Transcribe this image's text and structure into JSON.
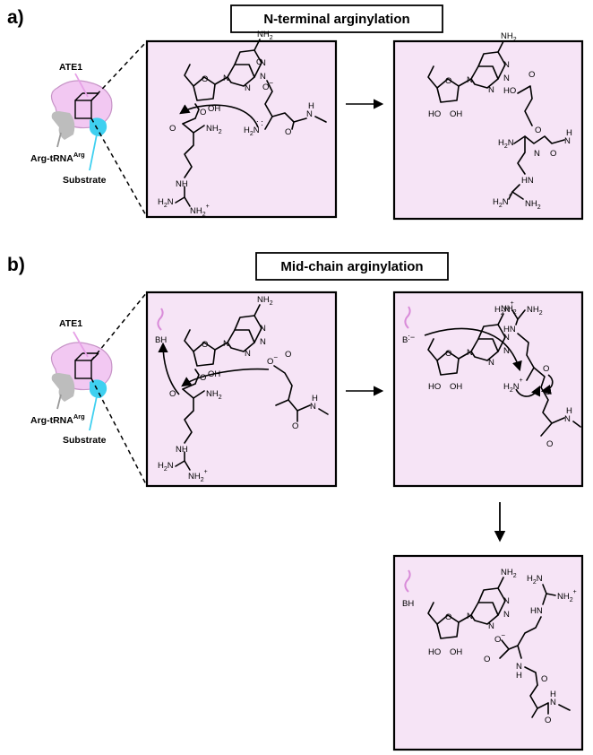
{
  "panels": [
    {
      "letter": "a)",
      "title": "N-terminal arginylation",
      "key": {
        "enzyme": "ATE1",
        "trna_main": "Arg-tRNA",
        "trna_sup": "Arg",
        "substrate": "Substrate"
      }
    },
    {
      "letter": "b)",
      "title": "Mid-chain arginylation",
      "key": {
        "enzyme": "ATE1",
        "trna_main": "Arg-tRNA",
        "trna_sup": "Arg",
        "substrate": "Substrate"
      }
    }
  ],
  "chem": {
    "nh2": "NH",
    "two": "2",
    "n": "N",
    "o": "O",
    "oh": "OH",
    "ho": "HO",
    "h": "H",
    "nh": "NH",
    "h2n": "H",
    "hn": "HN",
    "oh_acid": "HO",
    "bh": "BH",
    "b": "B",
    "ominus": "O",
    "minus": "−",
    "plus": "+",
    "dots": ":"
  },
  "colors": {
    "frame_fill": "#f6e4f6",
    "enzyme_pink": "#e6b8e6",
    "trna_gray": "#bdbdbd",
    "substrate_cyan": "#3fd0f0",
    "substrate_fill": "#bff0fb"
  }
}
